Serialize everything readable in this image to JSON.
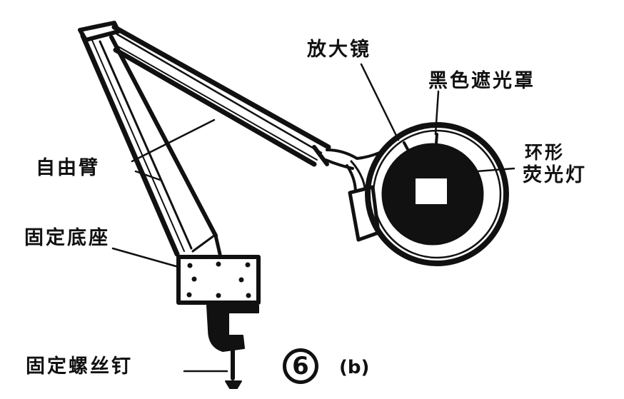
{
  "figure": {
    "number": "6",
    "sublabel": "(b)",
    "subject": "magnifier lamp with articulated arm"
  },
  "labels": {
    "magnifier": "放大镜",
    "black_shade": "黑色遮光罩",
    "ring_lamp_line1": "环形",
    "ring_lamp_line2": "荧光灯",
    "free_arm": "自由臂",
    "fixed_base": "固定底座",
    "fixing_screw": "固定螺丝钉"
  },
  "colors": {
    "ink": "#111111",
    "paper": "#ffffff"
  }
}
